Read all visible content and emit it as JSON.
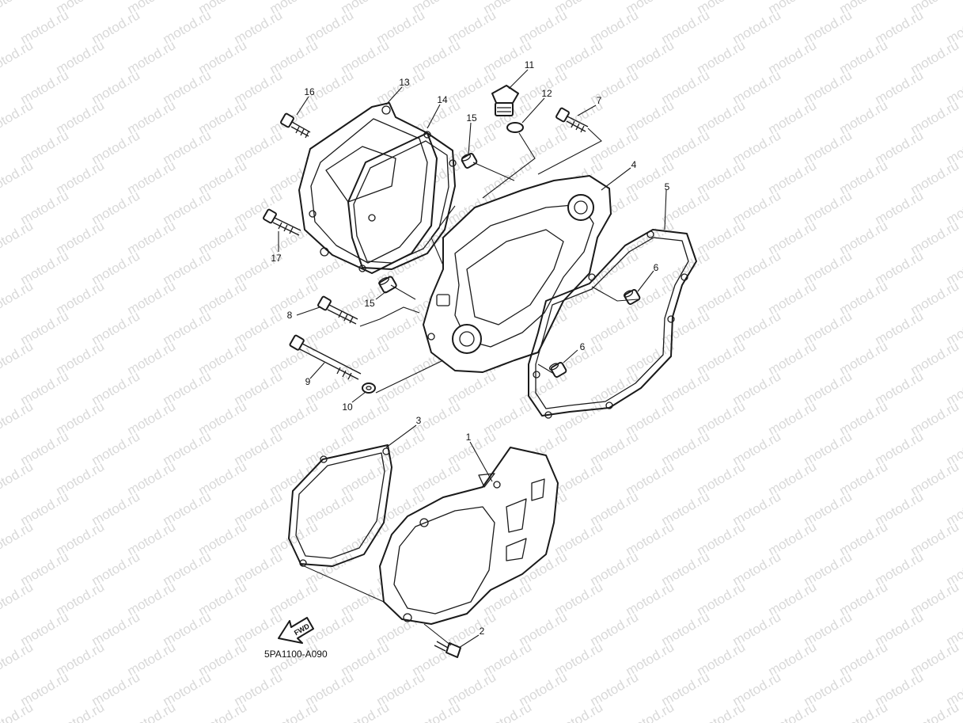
{
  "watermark": "motod.ru",
  "diagram_code": "5PA1100-A090",
  "direction_arrow": {
    "label": "FWD",
    "icon": "forward-arrow-icon"
  },
  "callouts": [
    {
      "id": "1",
      "text": "1"
    },
    {
      "id": "2",
      "text": "2"
    },
    {
      "id": "3",
      "text": "3"
    },
    {
      "id": "4",
      "text": "4"
    },
    {
      "id": "5",
      "text": "5"
    },
    {
      "id": "6a",
      "text": "6"
    },
    {
      "id": "6b",
      "text": "6"
    },
    {
      "id": "7",
      "text": "7"
    },
    {
      "id": "8",
      "text": "8"
    },
    {
      "id": "9",
      "text": "9"
    },
    {
      "id": "10",
      "text": "10"
    },
    {
      "id": "11",
      "text": "11"
    },
    {
      "id": "12",
      "text": "12"
    },
    {
      "id": "13",
      "text": "13"
    },
    {
      "id": "14",
      "text": "14"
    },
    {
      "id": "15a",
      "text": "15"
    },
    {
      "id": "15b",
      "text": "15"
    },
    {
      "id": "16",
      "text": "16"
    },
    {
      "id": "17",
      "text": "17"
    }
  ]
}
